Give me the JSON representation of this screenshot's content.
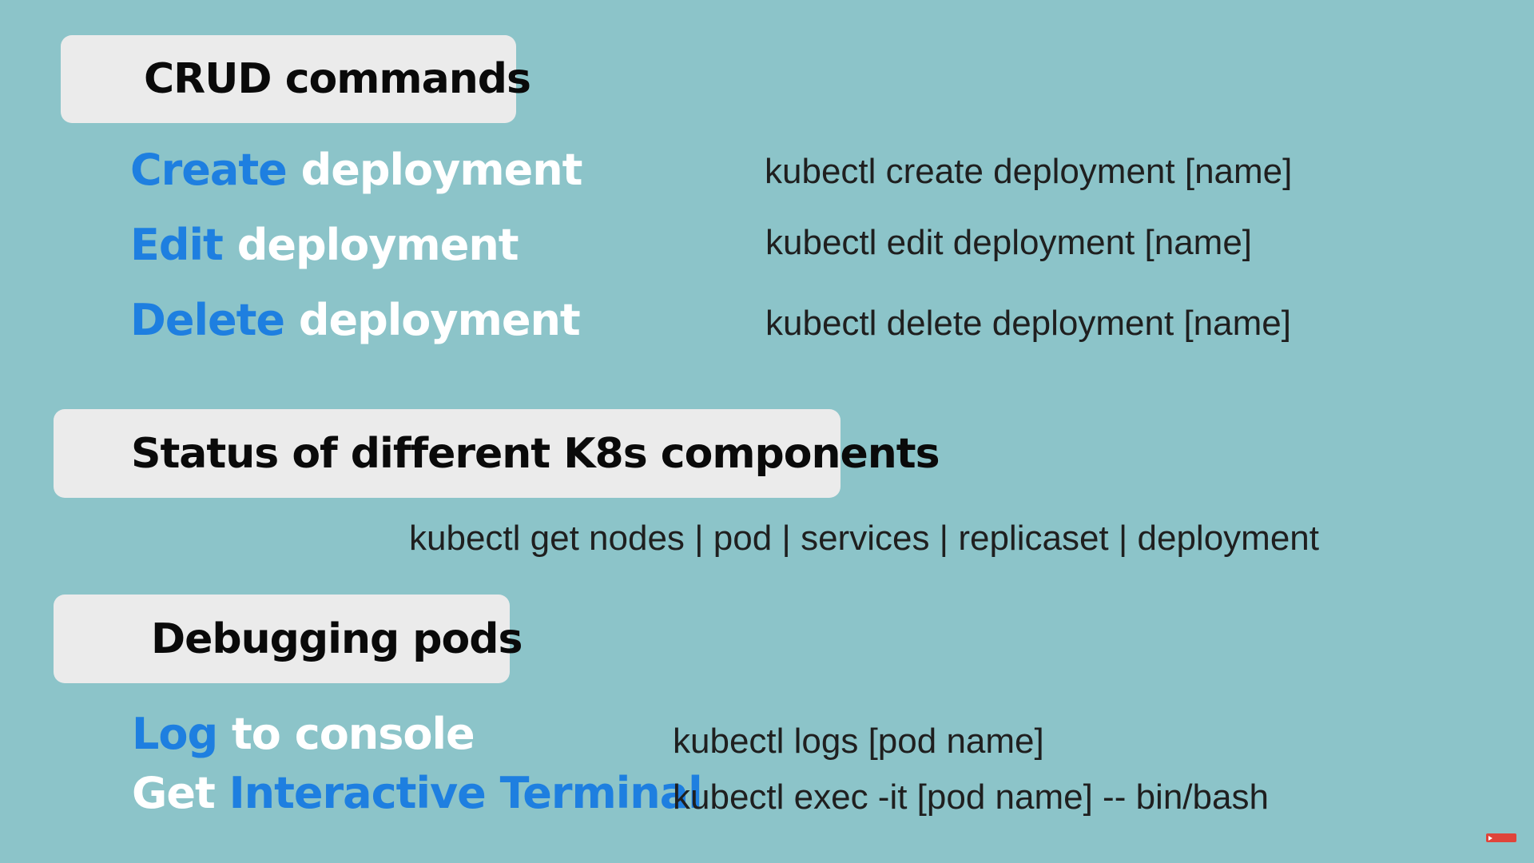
{
  "sections": {
    "crud": {
      "title": "CRUD commands",
      "rows": [
        {
          "accent": "Create",
          "rest": "deployment",
          "command": "kubectl create deployment [name]"
        },
        {
          "accent": "Edit",
          "rest": "deployment",
          "command": "kubectl edit deployment [name]"
        },
        {
          "accent": "Delete",
          "rest": "deployment",
          "command": "kubectl delete deployment [name]"
        }
      ]
    },
    "status": {
      "title": "Status of different K8s components",
      "command": "kubectl get nodes | pod | services | replicaset | deployment"
    },
    "debug": {
      "title": "Debugging pods",
      "rows": [
        {
          "accent": "Log",
          "rest": "to console",
          "command": "kubectl logs [pod name]"
        },
        {
          "prefix": "Get",
          "accent": "Interactive Terminal",
          "command": "kubectl exec -it [pod name] -- bin/bash"
        }
      ]
    }
  },
  "colors": {
    "background": "#8cc4c9",
    "card": "#ebebeb",
    "accent_blue": "#1e7fe0",
    "label_white": "#ffffff",
    "command_text": "#1f1f1f"
  },
  "icons": {
    "corner_badge": "youtube-subscribe-icon"
  }
}
